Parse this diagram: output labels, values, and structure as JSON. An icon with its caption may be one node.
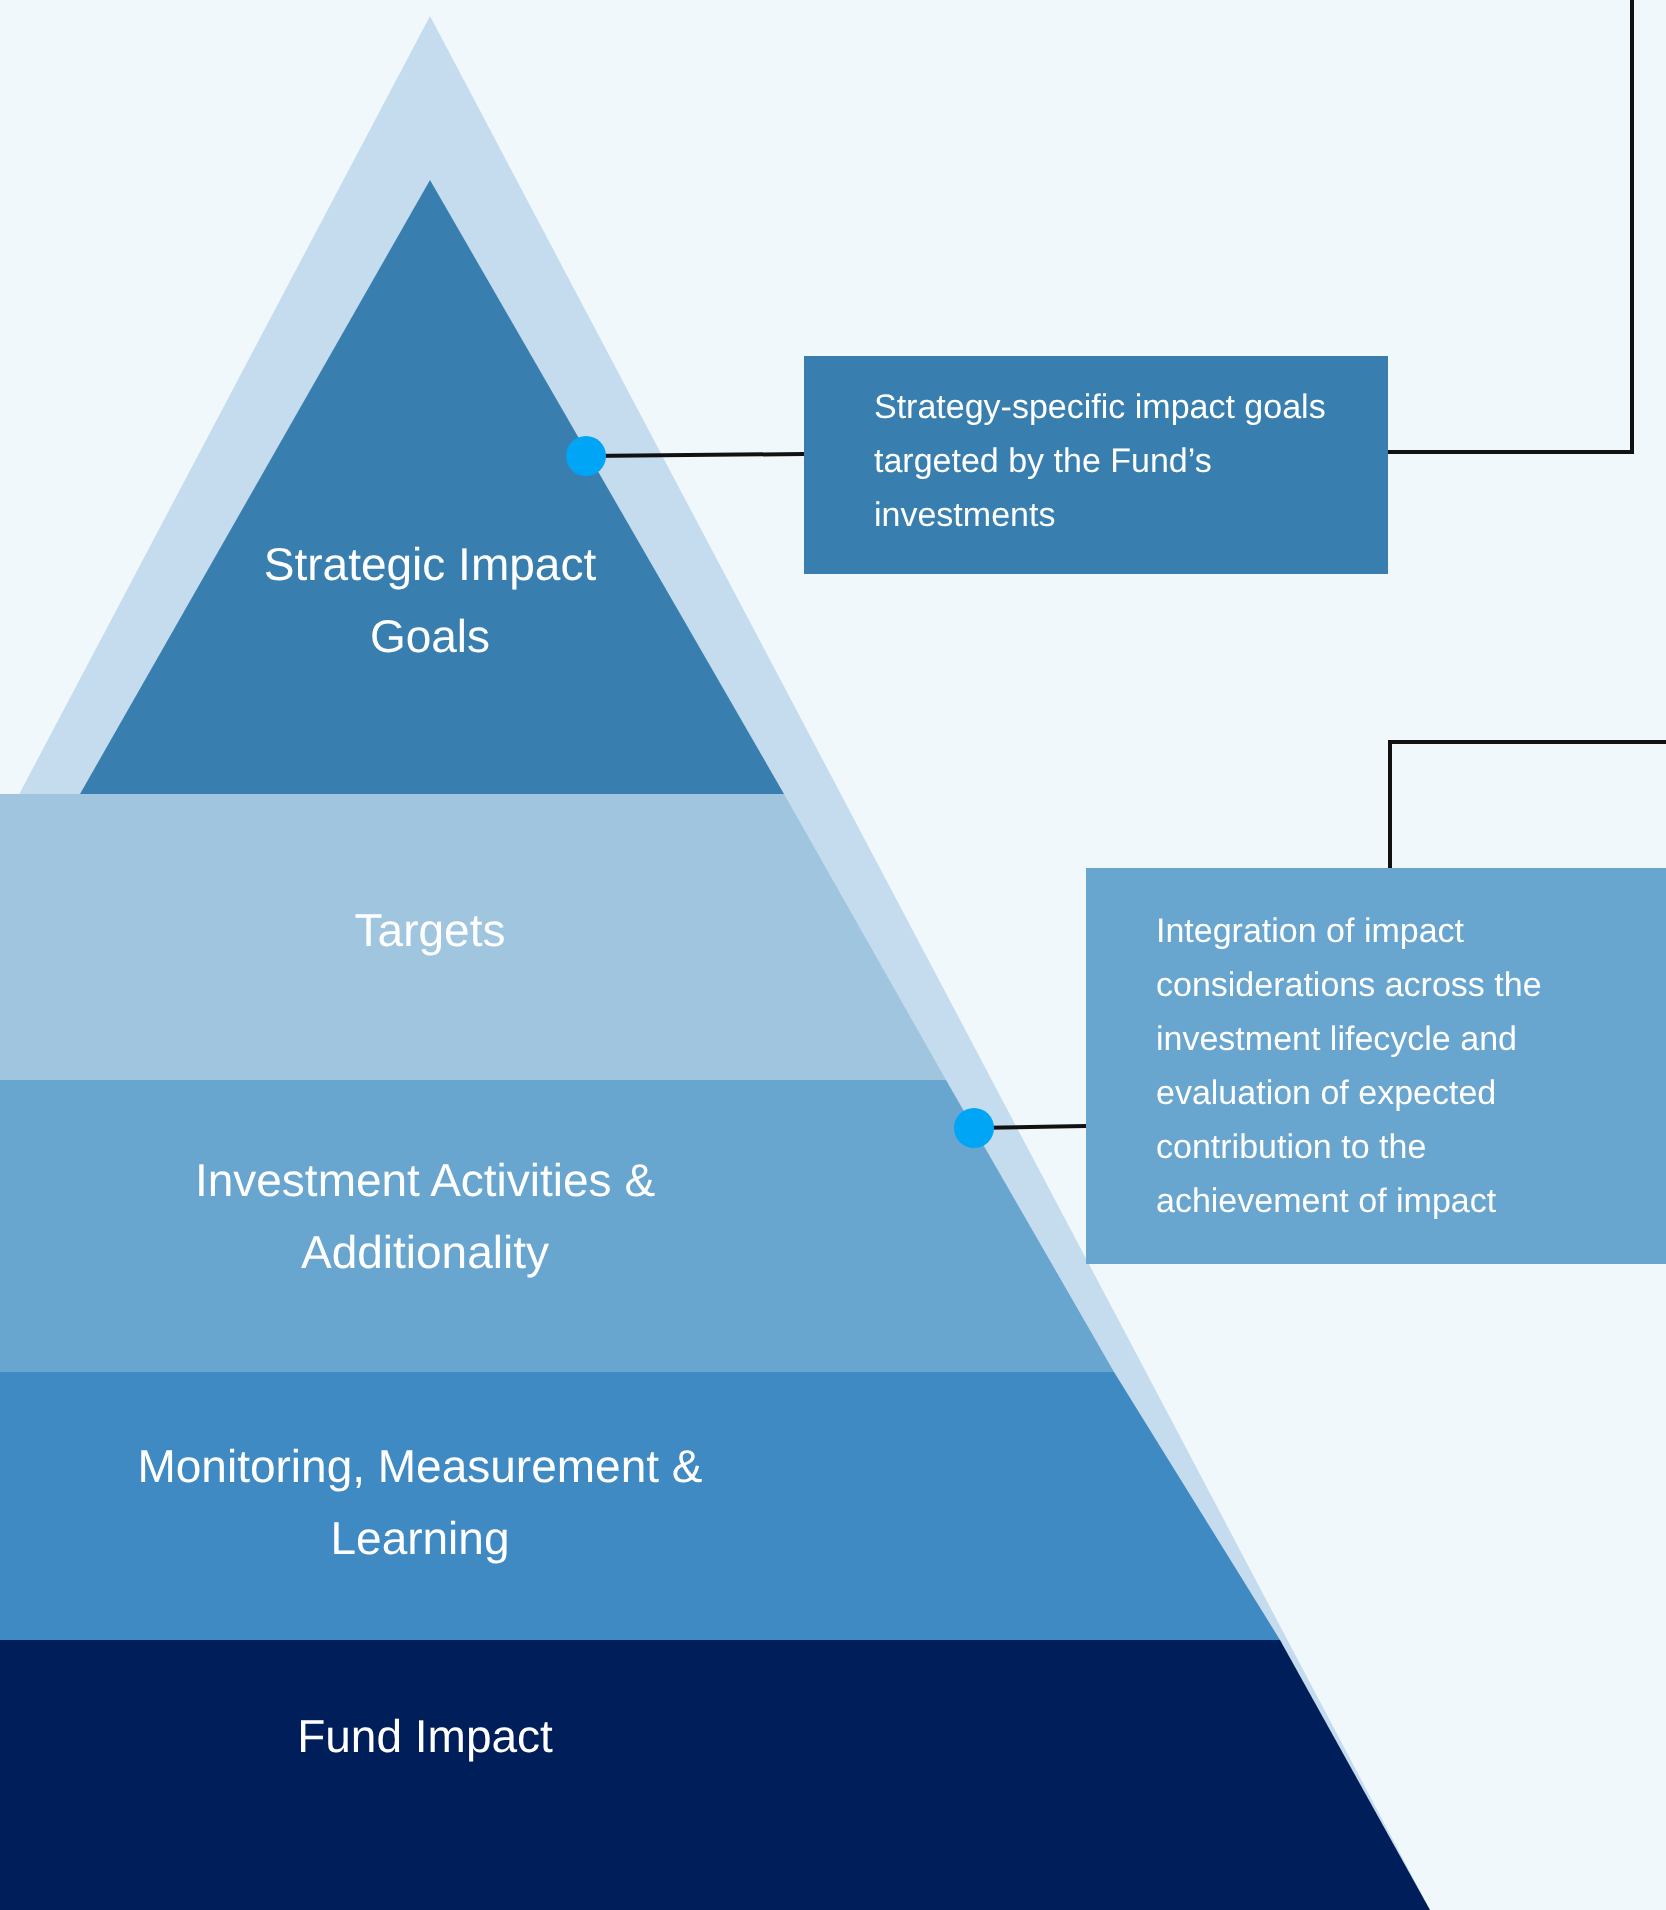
{
  "diagram": {
    "nodes": [
      {
        "text": [
          "Strategic Impact Goals"
        ]
      },
      {
        "text": [
          "Targets"
        ]
      },
      {
        "text": [
          "Investment Activities & Additionality"
        ]
      },
      {
        "text": [
          "Monitoring, Measurement & Learning"
        ]
      },
      {
        "text": [
          "Fund Impact"
        ]
      },
      {
        "text": [
          "Strategy-specific impact goals targeted by the Fund’s investments"
        ]
      },
      {
        "text": [
          "Integration of impact considerations across the investment lifecycle and evaluation of expected contribution to the achievement of impact"
        ]
      }
    ],
    "edges": [
      {
        "from": 5,
        "to": 0,
        "arrow": "other"
      },
      {
        "from": 5,
        "to": null,
        "arrow": "none"
      },
      {
        "from": 6,
        "to": null,
        "arrow": "none"
      },
      {
        "from": 6,
        "to": 2,
        "arrow": "other"
      }
    ]
  }
}
